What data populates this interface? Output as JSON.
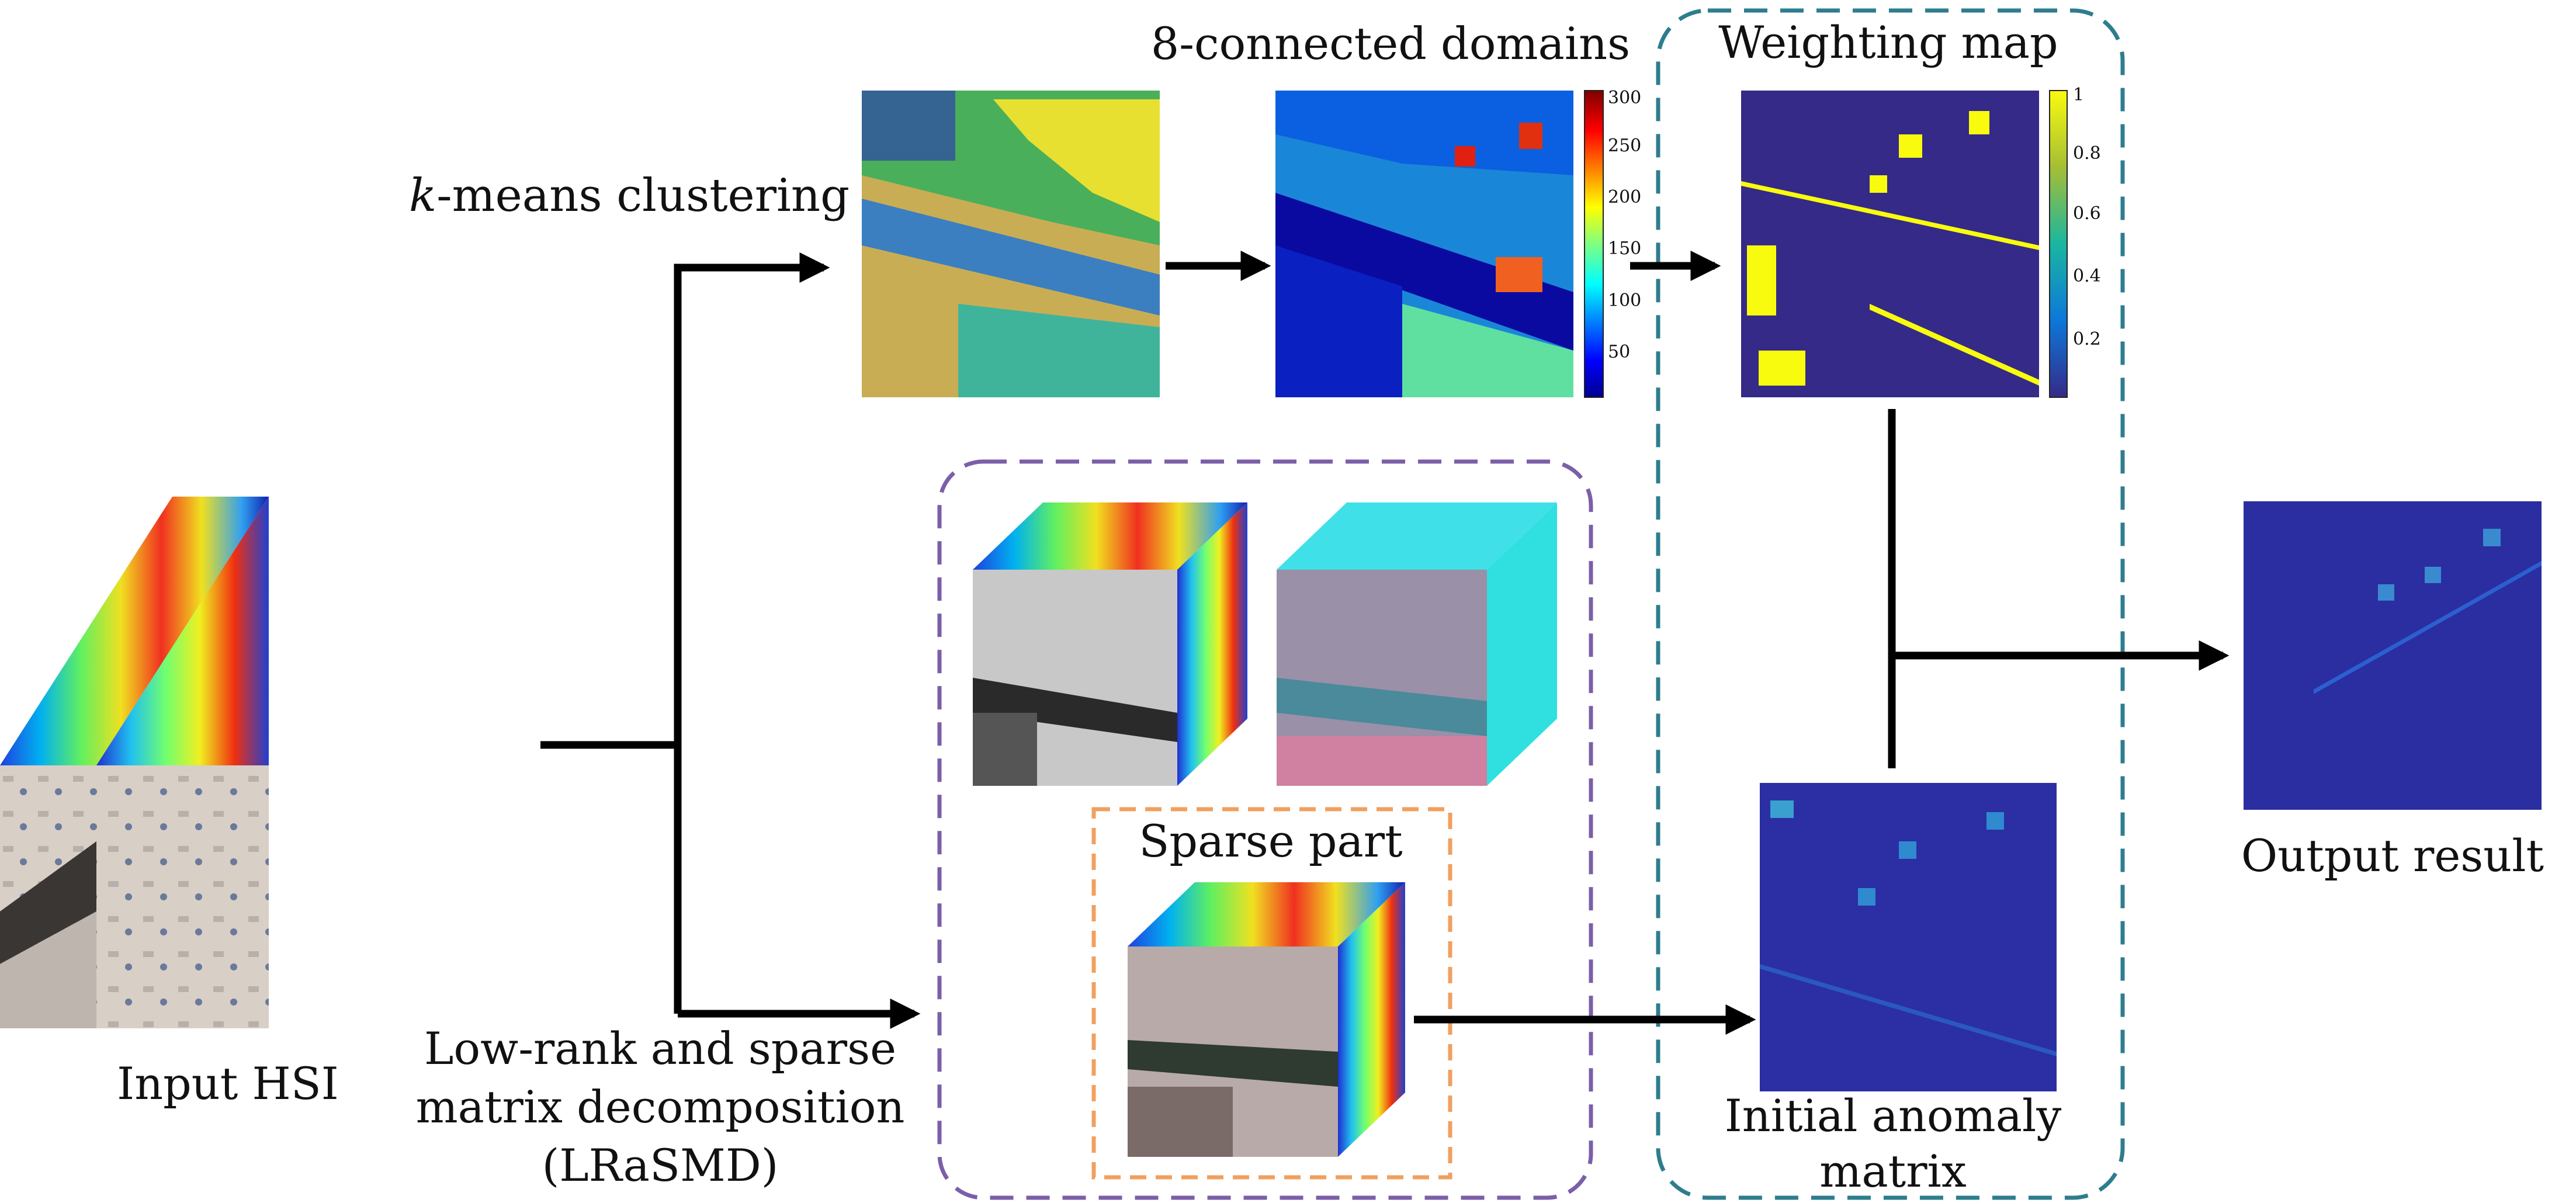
{
  "labels": {
    "kmeans_italic": "k",
    "kmeans_rest": "-means clustering",
    "connected": "8-connected domains",
    "weighting": "Weighting map",
    "input": "Input HSI",
    "lrasmd_line1": "Low-rank and sparse",
    "lrasmd_line2": "matrix decomposition",
    "lrasmd_line3": "(LRaSMD)",
    "sparse": "Sparse part",
    "initial_line1": "Initial anomaly",
    "initial_line2": "matrix",
    "output": "Output result"
  },
  "colorbar_connected": {
    "ticks": [
      "300",
      "250",
      "200",
      "150",
      "100",
      "50"
    ]
  },
  "colorbar_weighting": {
    "ticks": [
      "1",
      "0.8",
      "0.6",
      "0.4",
      "0.2"
    ]
  },
  "colors": {
    "arrow": "#000000",
    "group_lrasmd_border": "#7b5fa8",
    "group_sparse_border": "#f0a060",
    "group_weighting_border": "#2e7d8e",
    "anomaly_background": "#2b2fa3"
  },
  "icons": [
    "arrow-right-icon"
  ]
}
